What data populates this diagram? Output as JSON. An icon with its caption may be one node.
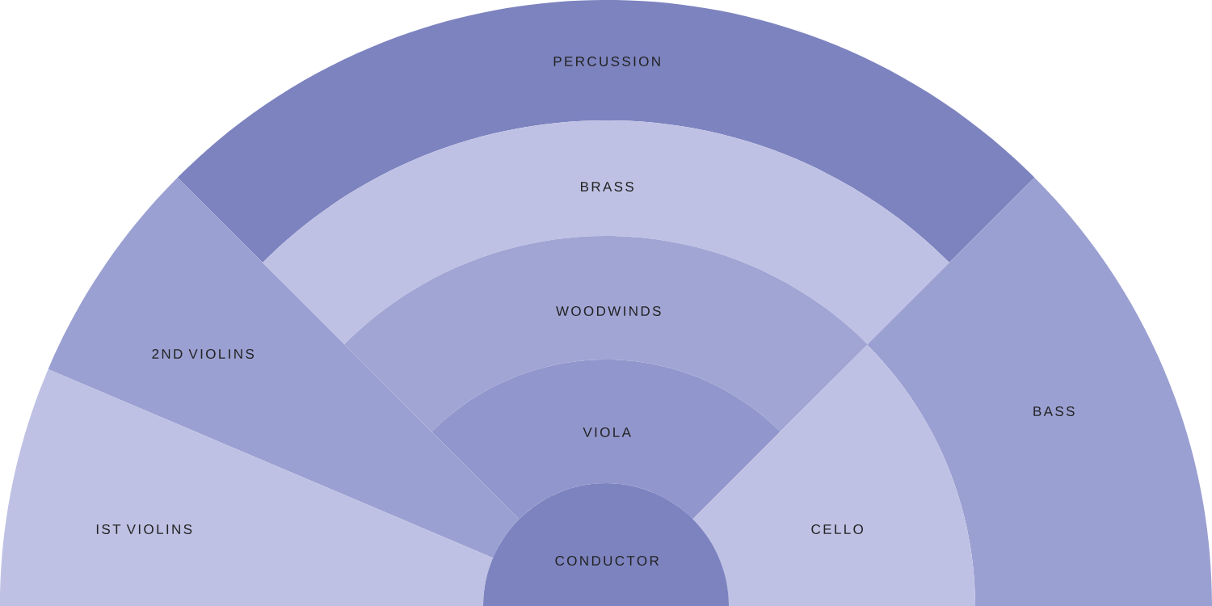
{
  "diagram": {
    "nodes": [
      {
        "text": [
          "PERCUSSION"
        ]
      },
      {
        "text": [
          "BRASS"
        ]
      },
      {
        "text": [
          "WOODWINDS"
        ]
      },
      {
        "text": [
          "2ND VIOLINS"
        ]
      },
      {
        "text": [
          "BASS"
        ]
      },
      {
        "text": [
          "VIOLA"
        ]
      },
      {
        "text": [
          "IST VIOLINS"
        ]
      },
      {
        "text": [
          "CELLO"
        ]
      },
      {
        "text": [
          "CONDUCTOR"
        ]
      }
    ]
  }
}
